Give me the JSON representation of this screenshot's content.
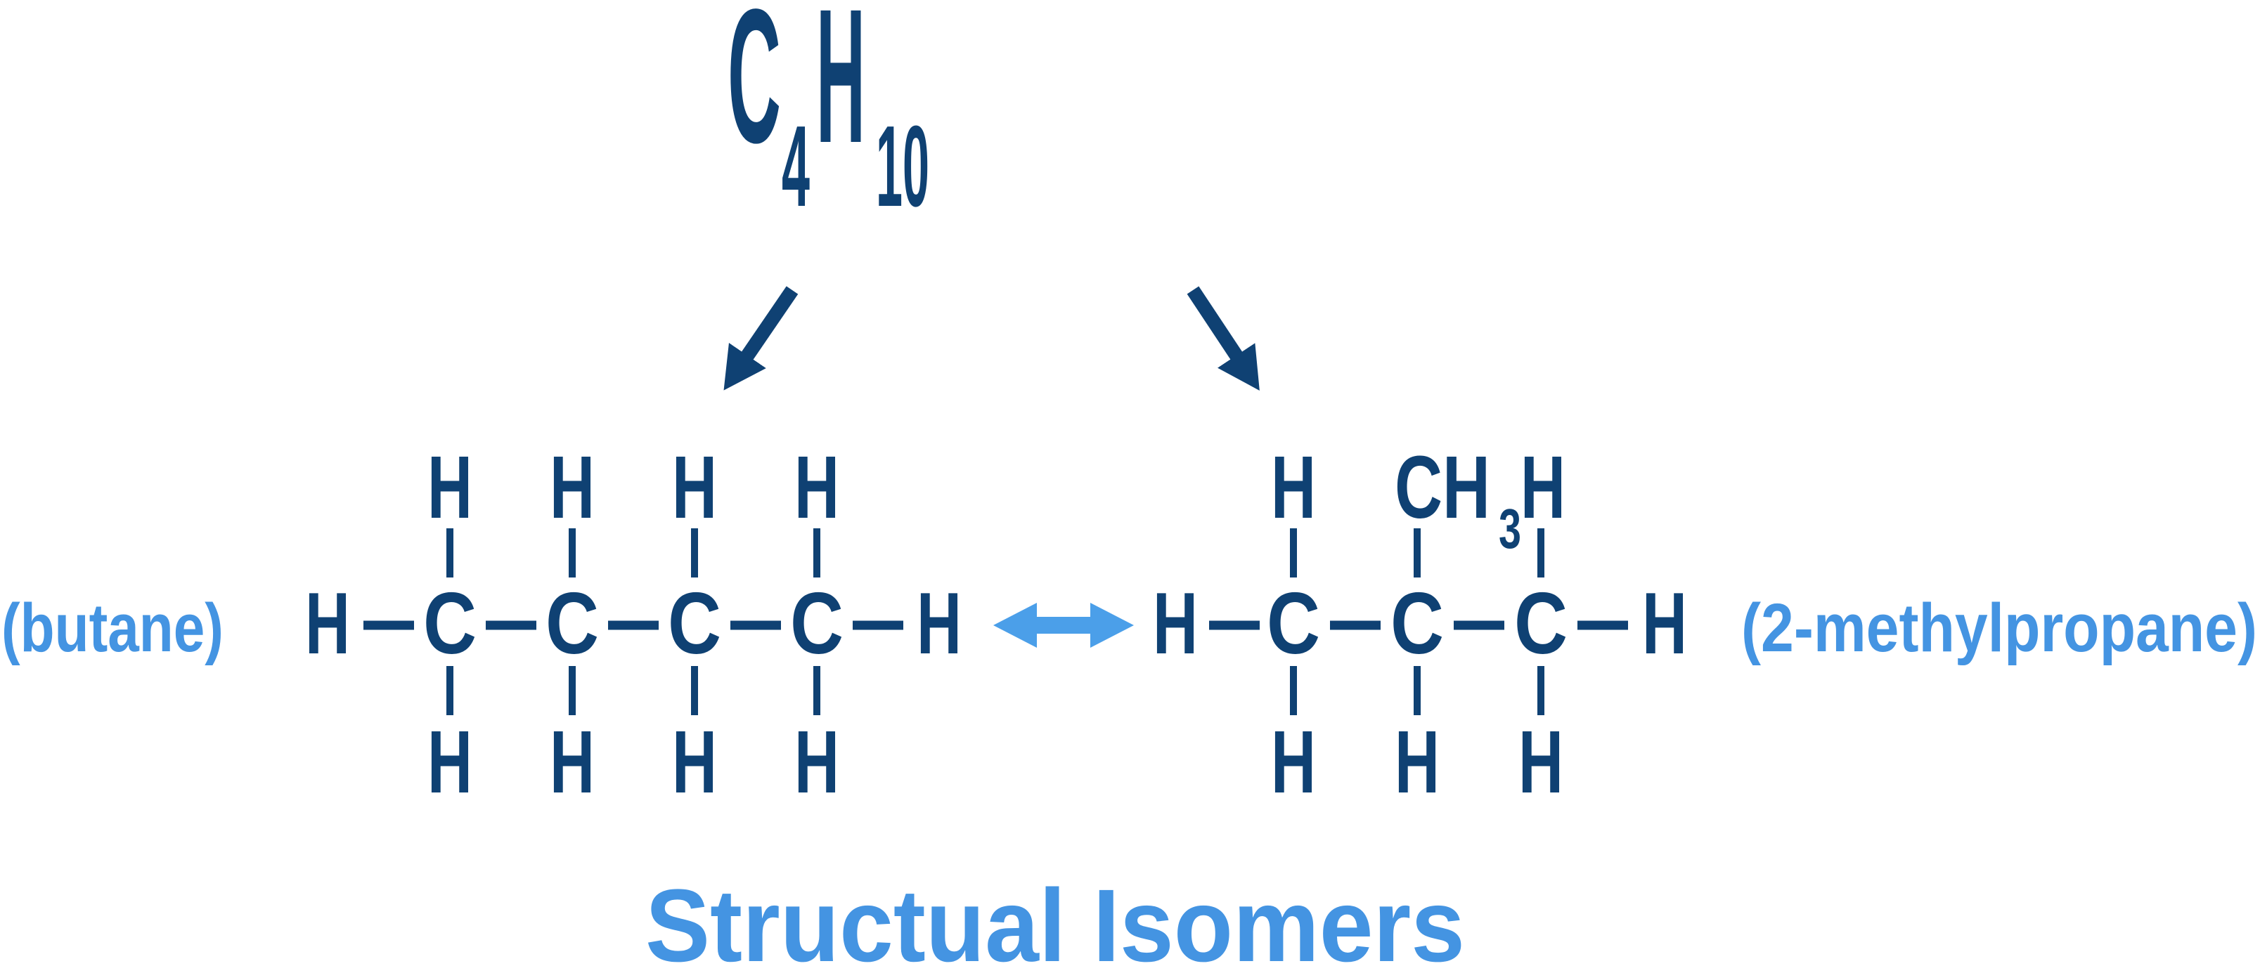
{
  "colors": {
    "dark_navy": "#0f4173",
    "light_blue": "#4494e2",
    "equivalence_arrow_blue": "#4b9fe9"
  },
  "formula": {
    "element1": "C",
    "subscript1": "4",
    "element2": "H",
    "subscript2": "10"
  },
  "left_molecule": {
    "label": "(butane)",
    "chain_atoms": [
      "H",
      "C",
      "C",
      "C",
      "C",
      "H"
    ],
    "top_hydrogens": [
      "H",
      "H",
      "H",
      "H"
    ],
    "bottom_hydrogens": [
      "H",
      "H",
      "H",
      "H"
    ]
  },
  "right_molecule": {
    "label": "(2-methylpropane)",
    "chain_atoms": [
      "H",
      "C",
      "C",
      "C",
      "H"
    ],
    "top_left_hydrogen": "H",
    "methyl_group": {
      "text": "CH",
      "subscript": "3"
    },
    "top_right_hydrogen": "H",
    "bottom_hydrogens": [
      "H",
      "H",
      "H"
    ]
  },
  "title": "Structual Isomers"
}
